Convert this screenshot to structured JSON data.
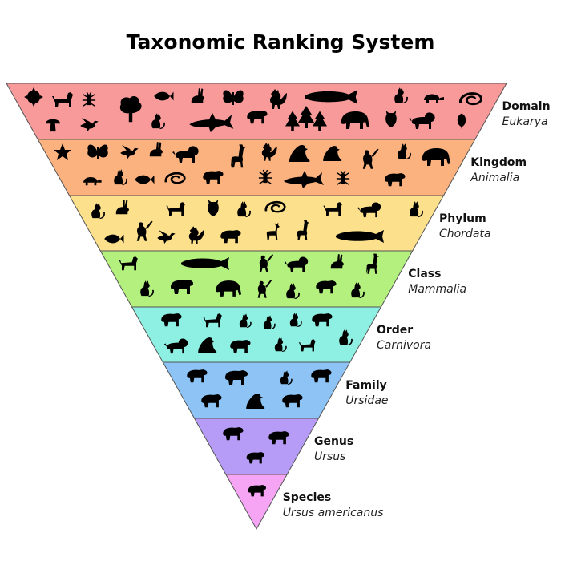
{
  "title": "Taxonomic Ranking System",
  "levels": [
    {
      "rank": "Domain",
      "example": "Eukarya",
      "color": "#F89A9A"
    },
    {
      "rank": "Kingdom",
      "example": "Animalia",
      "color": "#FBB27E"
    },
    {
      "rank": "Phylum",
      "example": "Chordata",
      "color": "#FCE08C"
    },
    {
      "rank": "Class",
      "example": "Mammalia",
      "color": "#B3F07D"
    },
    {
      "rank": "Order",
      "example": "Carnivora",
      "color": "#8DF0E3"
    },
    {
      "rank": "Family",
      "example": "Ursidae",
      "color": "#8DC4F5"
    },
    {
      "rank": "Genus",
      "example": "Ursus",
      "color": "#B69CF7"
    },
    {
      "rank": "Species",
      "example": "Ursus americanus",
      "color": "#F5A5F3"
    }
  ],
  "silhouette_color": "#000000",
  "band_border_color": "#555555"
}
